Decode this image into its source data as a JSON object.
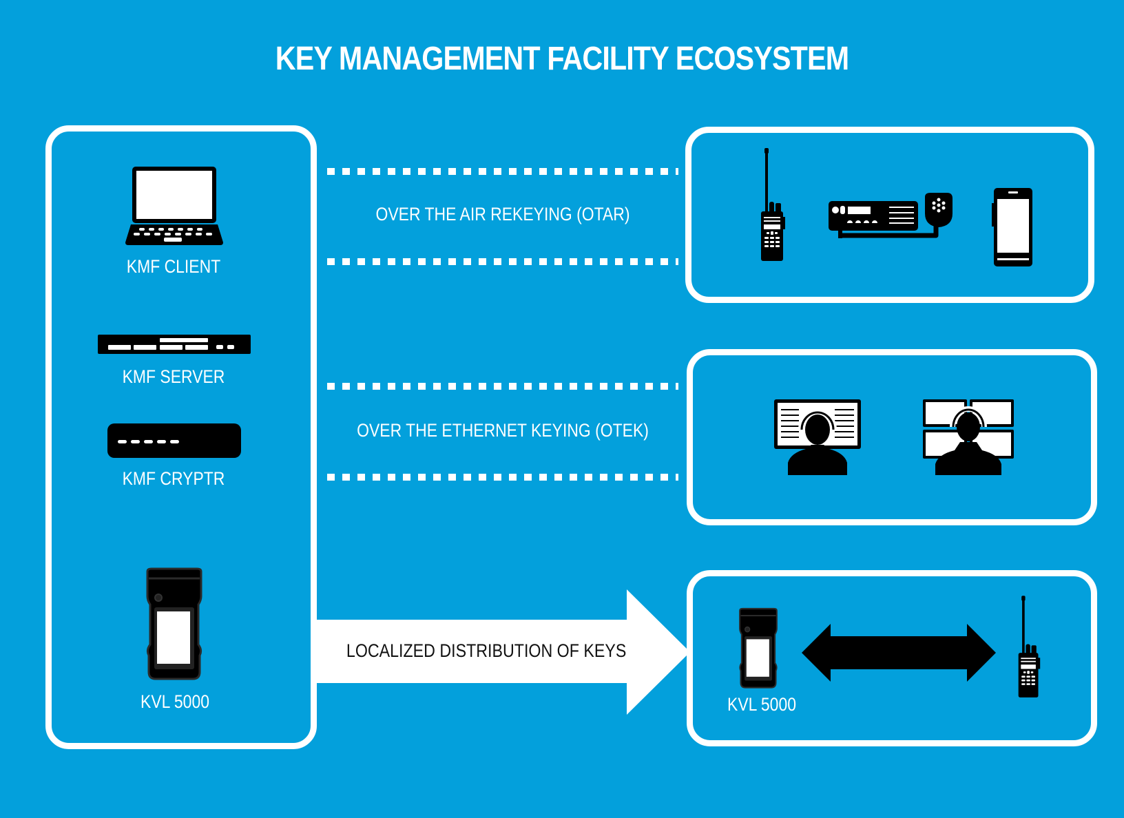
{
  "title": "KEY MANAGEMENT FACILITY ECOSYSTEM",
  "colors": {
    "background": "#03a0dc",
    "panel_border": "#ffffff",
    "icon": "#000000",
    "text": "#ffffff",
    "arrow_text": "#111111"
  },
  "left_panel": {
    "items": [
      {
        "label": "KMF CLIENT",
        "icon": "laptop-icon"
      },
      {
        "label": "KMF SERVER",
        "icon": "server-rack-icon"
      },
      {
        "label": "KMF CRYPTR",
        "icon": "crypto-module-icon"
      },
      {
        "label": "KVL 5000",
        "icon": "key-variable-loader-icon"
      }
    ]
  },
  "flows": [
    {
      "label": "OVER THE AIR REKEYING (OTAR)",
      "style": "dotted-lines"
    },
    {
      "label": "OVER THE ETHERNET KEYING (OTEK)",
      "style": "dotted-lines"
    },
    {
      "label": "LOCALIZED DISTRIBUTION OF KEYS",
      "style": "block-arrow"
    }
  ],
  "right_panels": [
    {
      "devices": [
        "portable-radio-icon",
        "mobile-radio-with-microphone-icon",
        "smartphone-icon"
      ]
    },
    {
      "devices": [
        "dispatcher-single-monitor-icon",
        "dispatcher-multi-monitor-icon"
      ]
    },
    {
      "devices": [
        "key-variable-loader-icon",
        "bidirectional-arrow-icon",
        "portable-radio-icon"
      ],
      "label": "KVL 5000"
    }
  ]
}
